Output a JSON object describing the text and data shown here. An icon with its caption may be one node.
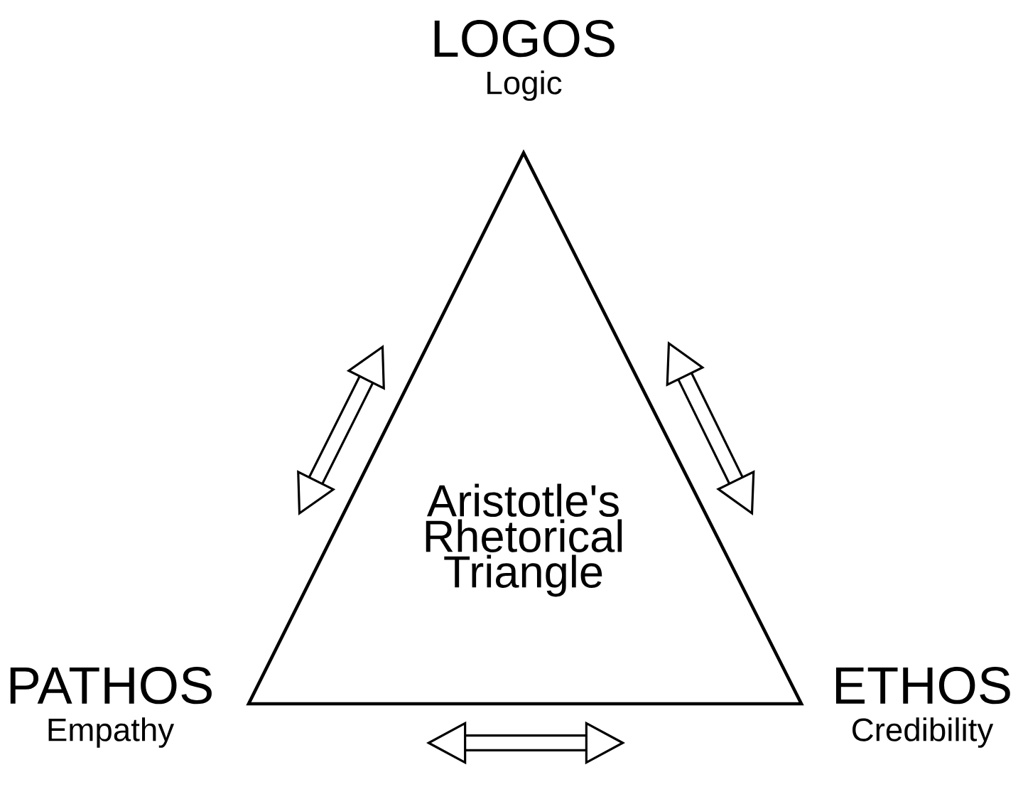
{
  "diagram": {
    "nodes": [
      {
        "text": [
          "LOGOS",
          "Logic"
        ]
      },
      {
        "text": [
          "PATHOS",
          "Empathy"
        ]
      },
      {
        "text": [
          "ETHOS",
          "Credibility"
        ]
      },
      {
        "text": [
          "Aristotle's Rhetorical Triangle"
        ]
      }
    ]
  }
}
